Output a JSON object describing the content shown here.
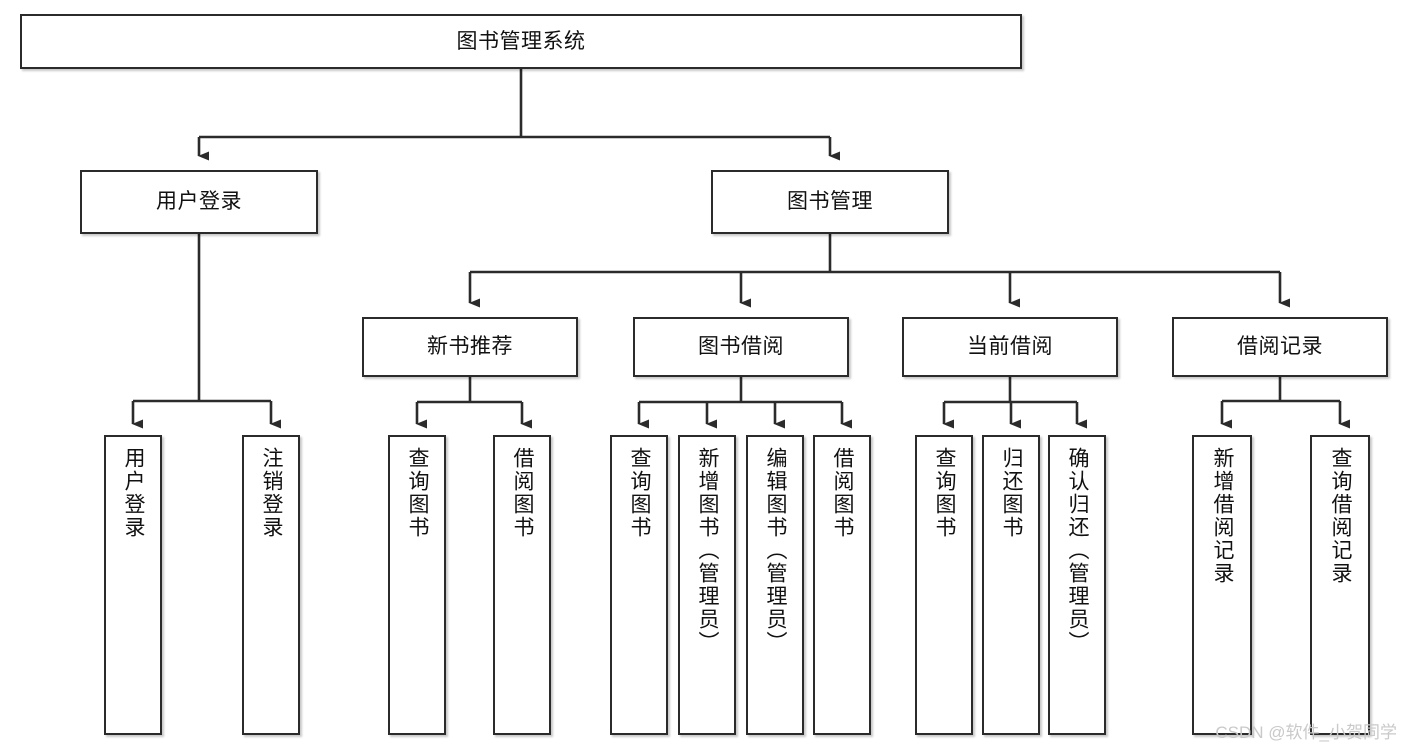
{
  "diagram": {
    "title": "图书管理系统",
    "type": "tree-hierarchy",
    "watermark": "CSDN @软件_小贺同学",
    "colors": {
      "box_border": "#2b2b2b",
      "box_fill": "#ffffff",
      "connector": "#2b2b2b",
      "text": "#111111",
      "watermark": "#c9c9c9",
      "background": "#ffffff"
    },
    "nodes": {
      "root": {
        "label": "图书管理系统"
      },
      "level2": [
        {
          "label": "用户登录"
        },
        {
          "label": "图书管理"
        }
      ],
      "level3": [
        {
          "label": "新书推荐"
        },
        {
          "label": "图书借阅"
        },
        {
          "label": "当前借阅"
        },
        {
          "label": "借阅记录"
        }
      ],
      "leaves": {
        "user_login": [
          {
            "label": "用户登录"
          },
          {
            "label": "注销登录"
          }
        ],
        "new_book_recommend": [
          {
            "label": "查询图书"
          },
          {
            "label": "借阅图书"
          }
        ],
        "book_borrow": [
          {
            "label": "查询图书"
          },
          {
            "label": "新增图书（管理员）"
          },
          {
            "label": "编辑图书（管理员）"
          },
          {
            "label": "借阅图书"
          }
        ],
        "current_borrow": [
          {
            "label": "查询图书"
          },
          {
            "label": "归还图书"
          },
          {
            "label": "确认归还（管理员）"
          }
        ],
        "borrow_record": [
          {
            "label": "新增借阅记录"
          },
          {
            "label": "查询借阅记录"
          }
        ]
      }
    }
  }
}
